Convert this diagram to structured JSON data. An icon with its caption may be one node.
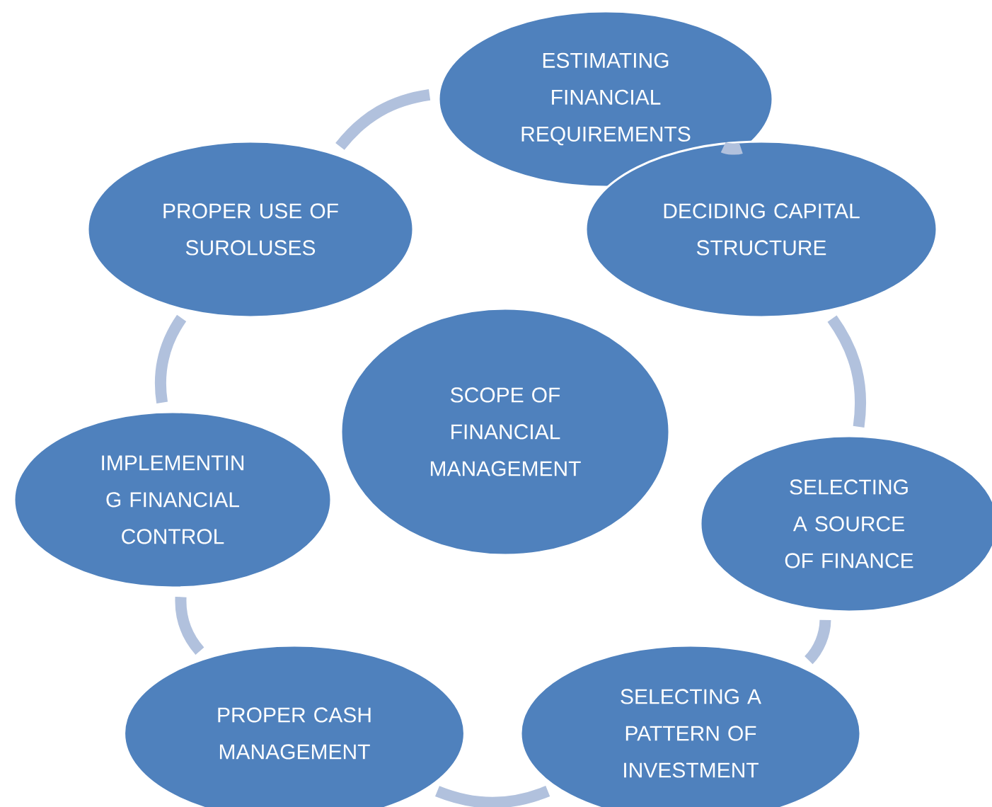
{
  "diagram": {
    "nodes": [
      {
        "text": [
          "ESTIMATING FINANCIAL REQUIREMENTS"
        ]
      },
      {
        "text": [
          "PROPER USE OF SUROLUSES"
        ]
      },
      {
        "text": [
          "DECIDING CAPITAL STRUCTURE"
        ]
      },
      {
        "text": [
          "SCOPE OF FINANCIAL MANAGEMENT"
        ]
      },
      {
        "text": [
          "IMPLEMENTIN G FINANCIAL CONTROL"
        ]
      },
      {
        "text": [
          "SELECTING A SOURCE OF FINANCE"
        ]
      },
      {
        "text": [
          "PROPER CASH MANAGEMENT"
        ]
      },
      {
        "text": [
          "SELECTING A PATTERN OF INVESTMENT"
        ]
      }
    ],
    "edges": [
      {
        "from": 0,
        "to": 2,
        "arrow": "none"
      },
      {
        "from": 2,
        "to": 5,
        "arrow": "none"
      },
      {
        "from": 5,
        "to": 7,
        "arrow": "none"
      },
      {
        "from": 7,
        "to": 6,
        "arrow": "none"
      },
      {
        "from": 6,
        "to": 4,
        "arrow": "none"
      },
      {
        "from": 4,
        "to": 1,
        "arrow": "none"
      },
      {
        "from": 1,
        "to": 0,
        "arrow": "none"
      }
    ]
  }
}
